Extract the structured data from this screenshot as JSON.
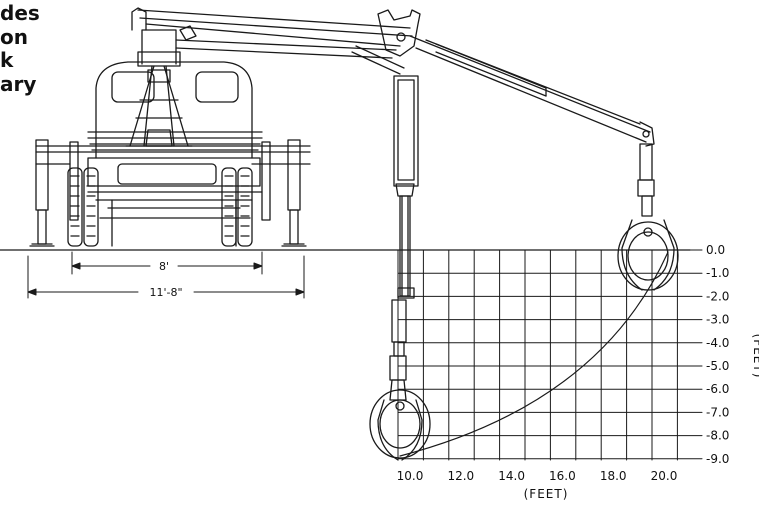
{
  "heading_lines": [
    "des",
    "on",
    "k",
    "ary"
  ],
  "dimensions": {
    "track_width": "8'",
    "outrigger_width": "11'-8\""
  },
  "grid": {
    "x_labels": [
      "10.0",
      "12.0",
      "14.0",
      "16.0",
      "18.0",
      "20.0"
    ],
    "y_labels": [
      "0.0",
      "-1.0",
      "-2.0",
      "-3.0",
      "-4.0",
      "-5.0",
      "-6.0",
      "-7.0",
      "-8.0",
      "-9.0"
    ],
    "x_axis_title": "(FEET)",
    "y_axis_title": "(FEET)"
  },
  "colors": {
    "line": "#1a1a1a",
    "background": "#ffffff"
  }
}
